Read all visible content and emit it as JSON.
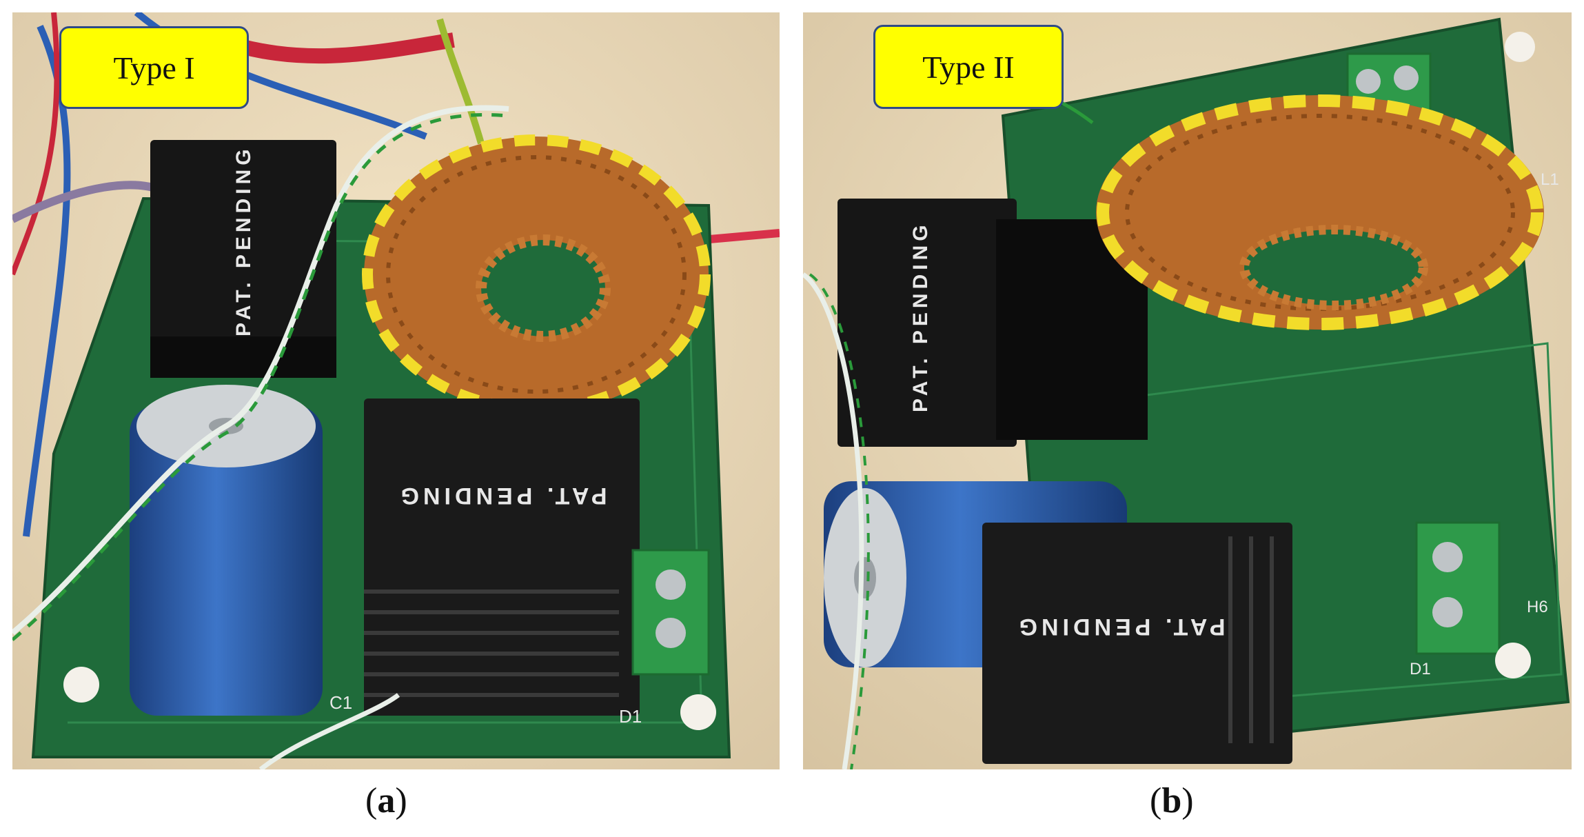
{
  "panels": [
    {
      "id": "a",
      "label": "Type I",
      "caption_letter": "a",
      "heatsink_text": "PAT. PENDING",
      "inductor_block_text": "PAT. PENDING",
      "silkscreen": [
        "C1",
        "D1"
      ]
    },
    {
      "id": "b",
      "label": "Type II",
      "caption_letter": "b",
      "heatsink_text": "PAT. PENDING",
      "inductor_block_text": "PAT. PENDING",
      "silkscreen": [
        "D1",
        "L1",
        "H6"
      ]
    }
  ],
  "colors": {
    "label_fill": "#ffff00",
    "label_border": "#2f4a86",
    "pcb_green": "#1f6b3a",
    "copper": "#b86a2a",
    "core_yellow": "#f2dc2a",
    "capacitor_blue": "#2a5aa8",
    "heatsink_black": "#1a1a1a"
  }
}
